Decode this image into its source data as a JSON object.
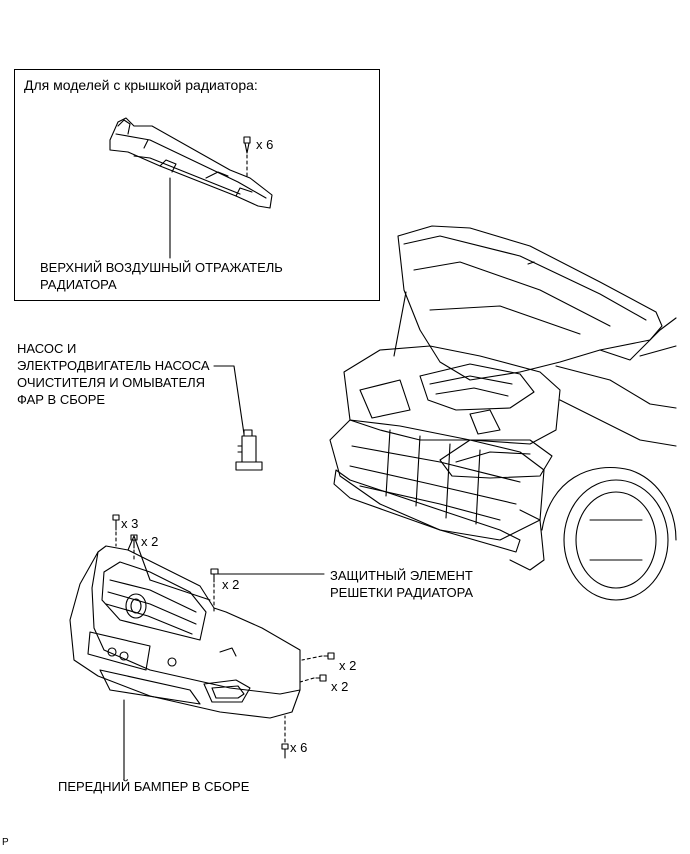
{
  "inset": {
    "title": "Для моделей с крышкой радиатора:",
    "deflector_label_1": "ВЕРХНИЙ ВОЗДУШНЫЙ ОТРАЖАТЕЛЬ",
    "deflector_label_2": "РАДИАТОРА",
    "clip_qty": "x 6"
  },
  "pump": {
    "line1": "НАСОС И",
    "line2": "ЭЛЕКТРОДВИГАТЕЛЬ НАСОСА",
    "line3": "ОЧИСТИТЕЛЯ И ОМЫВАТЕЛЯ",
    "line4": "ФАР В СБОРЕ"
  },
  "grille_guard": {
    "line1": "ЗАЩИТНЫЙ ЭЛЕМЕНТ",
    "line2": "РЕШЕТКИ РАДИАТОРА",
    "qty": "x 2"
  },
  "bumper": {
    "label": "ПЕРЕДНИЙ БАМПЕР В СБОРЕ",
    "qty_top_screws": "x 3",
    "qty_top_clips": "x 2",
    "qty_side_1": "x 2",
    "qty_side_2": "x 2",
    "qty_bottom": "x 6"
  },
  "corner_mark": "P"
}
